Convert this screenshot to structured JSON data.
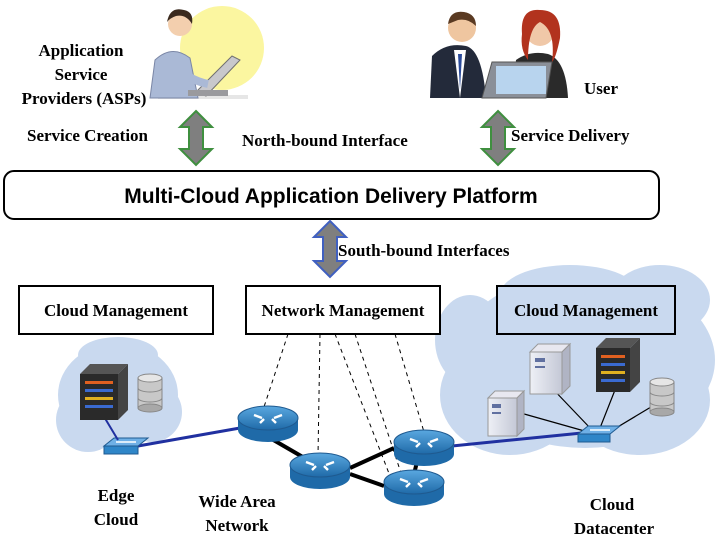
{
  "asp_label": [
    "Application",
    "Service",
    "Providers (ASPs)"
  ],
  "user_label": "User",
  "service_creation": "Service Creation",
  "northbound": "North-bound Interface",
  "service_delivery": "Service Delivery",
  "platform_title": "Multi-Cloud Application Delivery Platform",
  "southbound": "South-bound Interfaces",
  "cloud_mgmt_left": "Cloud Management",
  "network_mgmt": "Network Management",
  "cloud_mgmt_right": "Cloud Management",
  "edge_cloud": [
    "Edge",
    "Cloud"
  ],
  "wan": [
    "Wide Area",
    "Network"
  ],
  "cloud_datacenter": [
    "Cloud",
    "Datacenter"
  ],
  "colors": {
    "arrow_green": "#7f7f7f",
    "arrow_green_edge": "#3f8f3f",
    "arrow_blue_edge": "#4060c0",
    "cloud_fill": "#c9d9ef",
    "router_blue": "#2f86c8",
    "link_blue": "#2030a0"
  }
}
